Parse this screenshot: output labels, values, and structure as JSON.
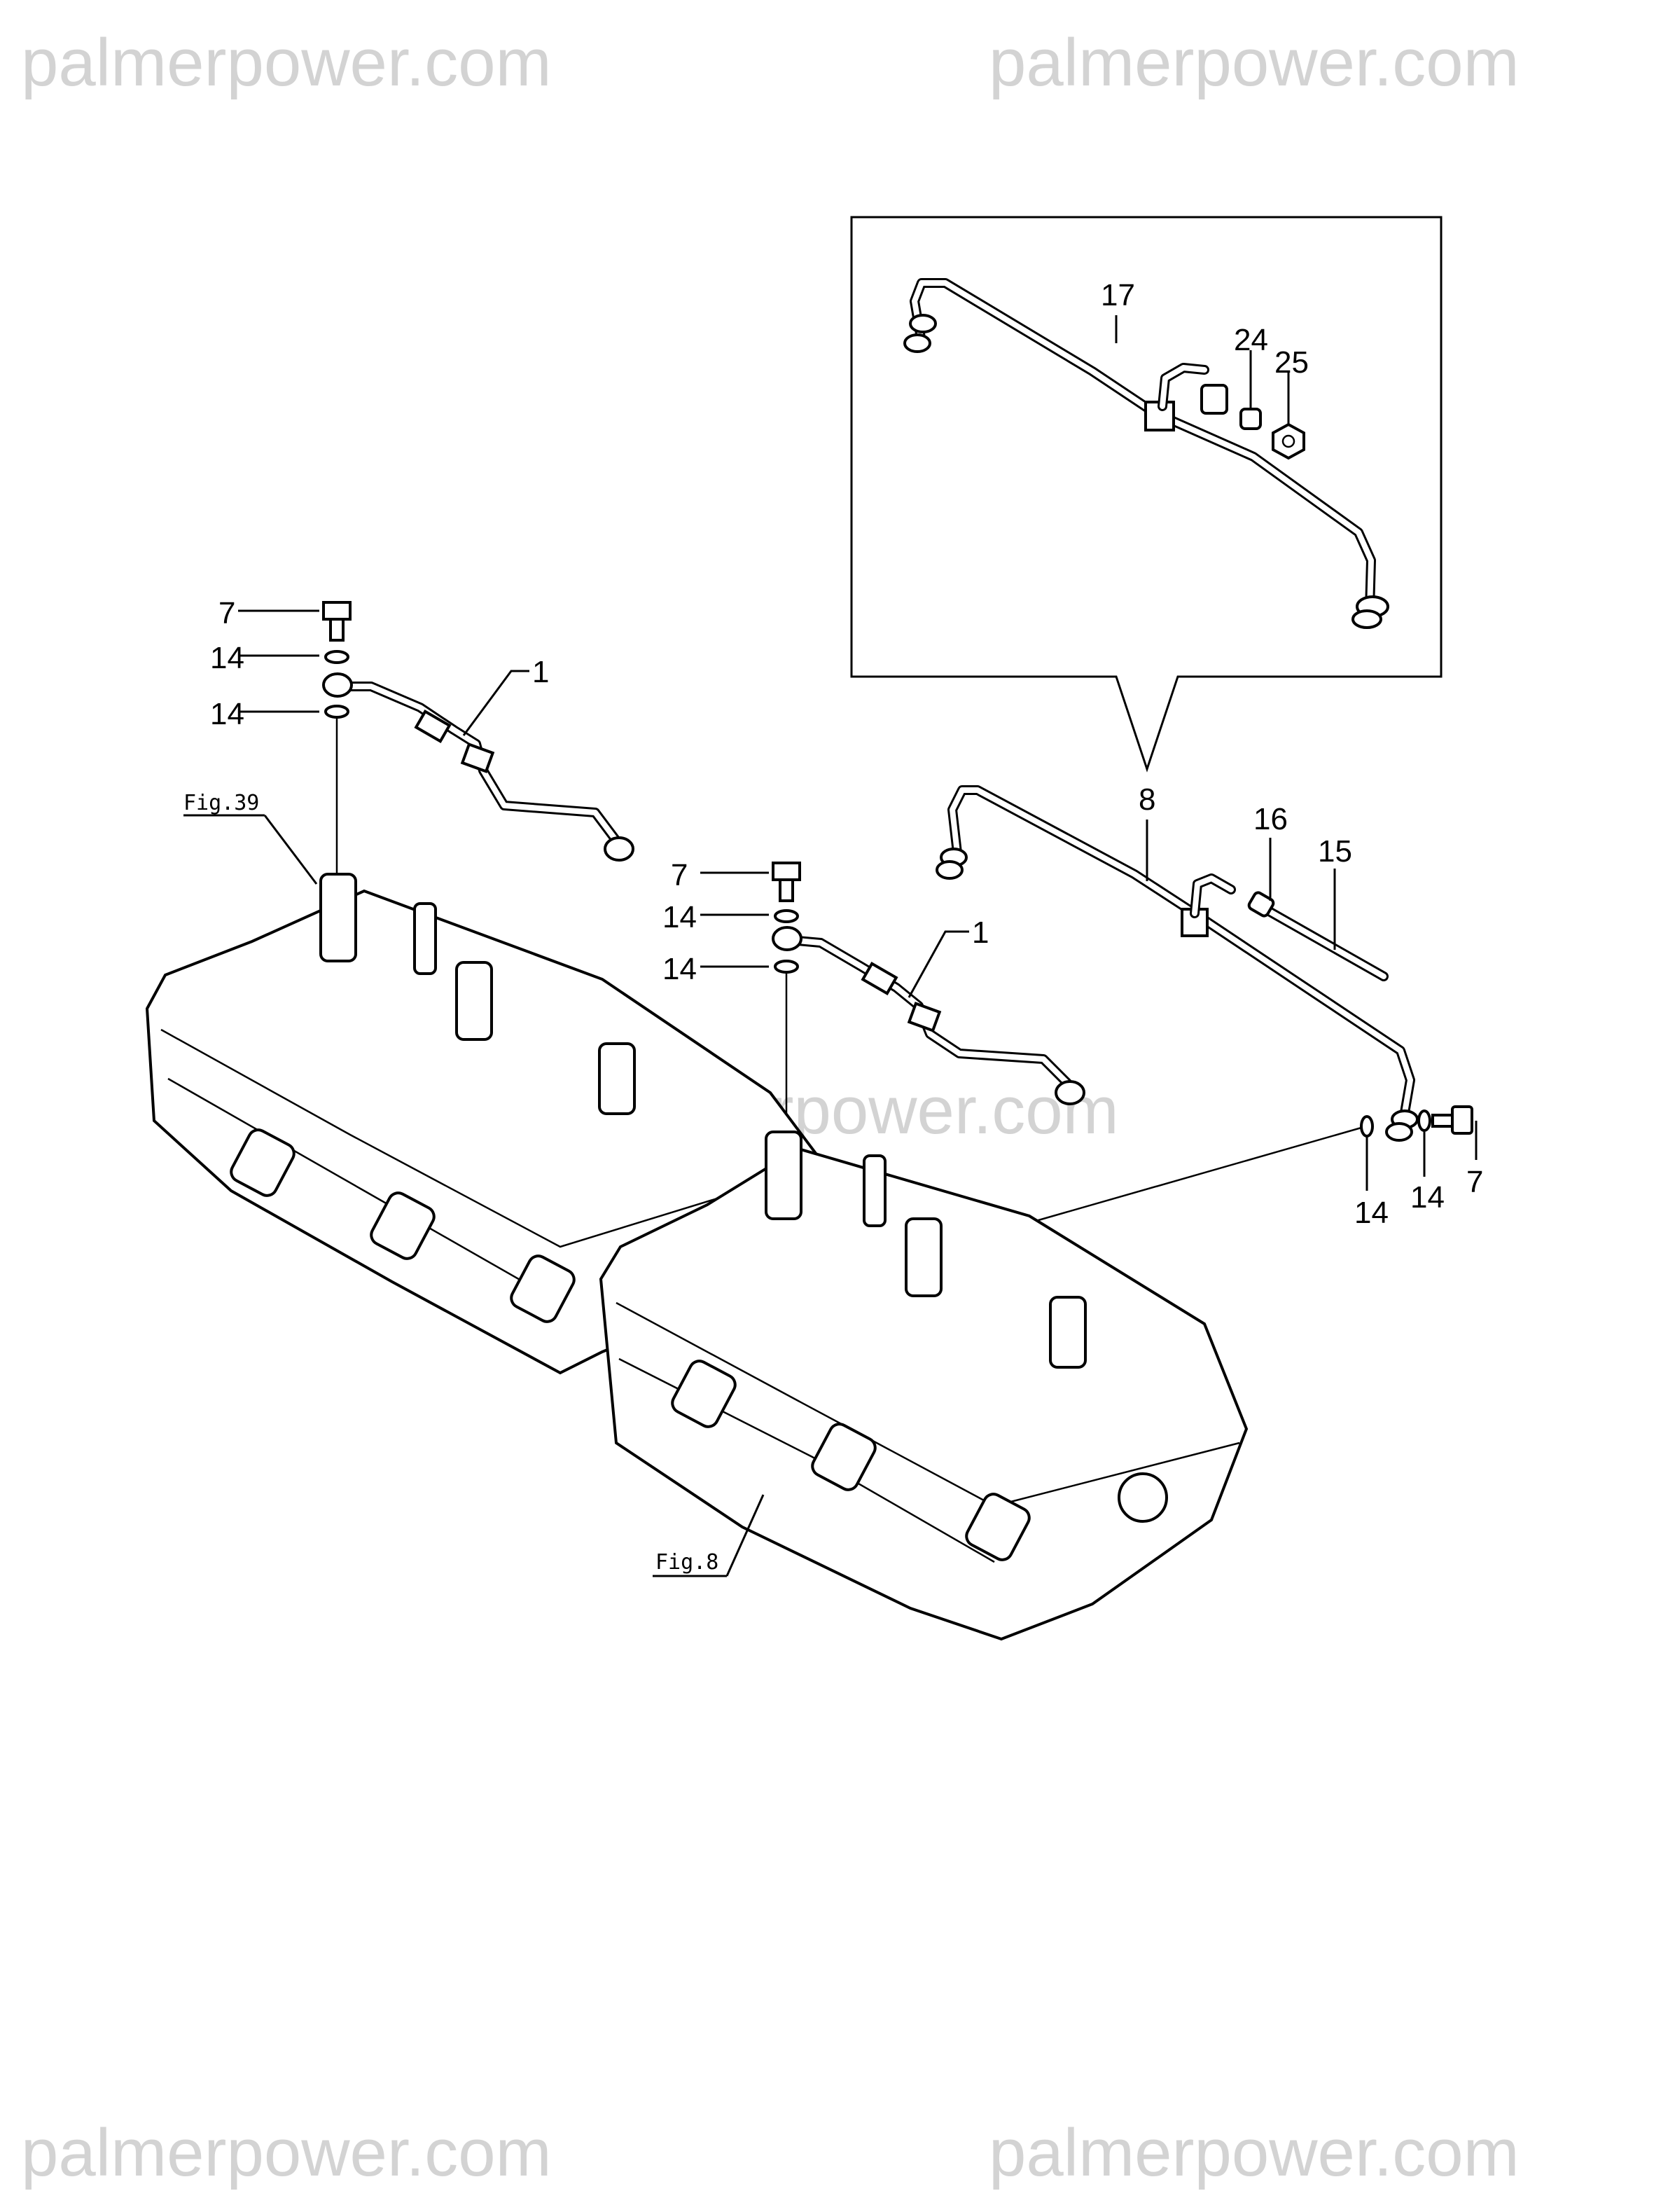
{
  "watermarks": {
    "top_left": "palmerpower.com",
    "top_right": "palmerpower.com",
    "center": "palmerpower.com",
    "bottom_left": "palmerpower.com",
    "bottom_right": "palmerpower.com"
  },
  "callouts": {
    "a_bolt": "7",
    "a_washer_top": "14",
    "a_washer_bottom": "14",
    "a_pipe": "1",
    "a_fig_ref": "Fig.39",
    "b_bolt": "7",
    "b_washer_top": "14",
    "b_washer_bottom": "14",
    "b_pipe": "1",
    "return_pipe": "8",
    "hose_clip": "16",
    "hose": "15",
    "washer_r1": "14",
    "washer_r2": "14",
    "bolt_r": "7",
    "detail_pipe": "17",
    "detail_fitting": "24",
    "detail_nut": "25",
    "head_fig_ref": "Fig.8"
  }
}
